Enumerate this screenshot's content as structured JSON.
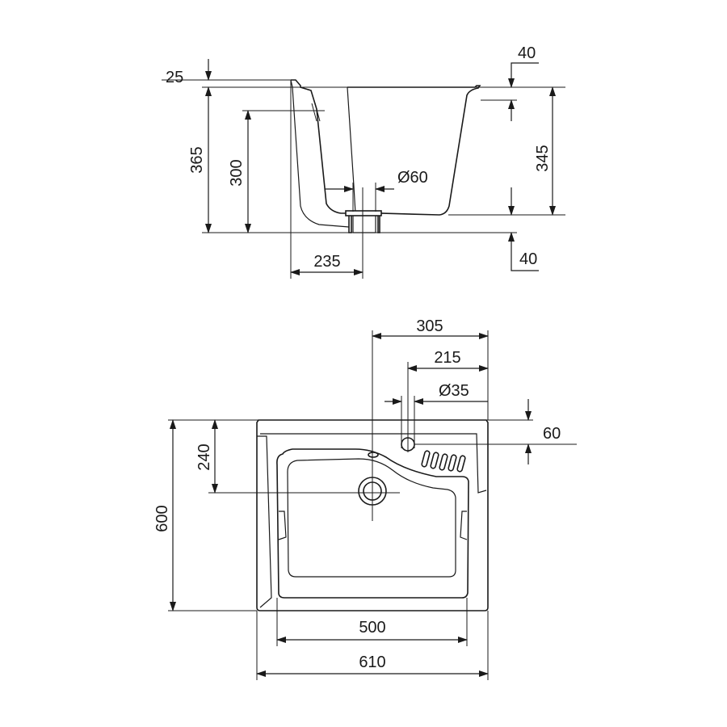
{
  "side_view": {
    "dim_rim_thickness": "25",
    "dim_total_height": "365",
    "dim_overflow_height": "300",
    "dim_drain_diameter": "Ø60",
    "dim_drain_offset": "235",
    "dim_top_lip": "40",
    "dim_inner_depth": "345",
    "dim_bottom_offset": "40"
  },
  "top_view": {
    "dim_drain_to_right": "305",
    "dim_tap_to_right": "215",
    "dim_tap_diameter": "Ø35",
    "dim_tap_from_back": "60",
    "dim_drain_from_back": "240",
    "dim_depth": "600",
    "dim_inner_width": "500",
    "dim_outer_width": "610"
  }
}
